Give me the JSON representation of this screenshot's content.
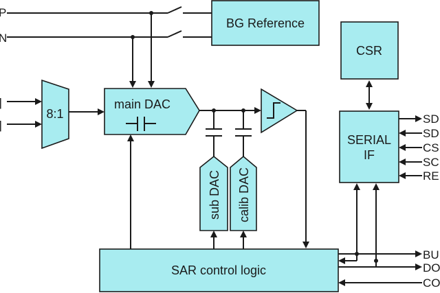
{
  "colors": {
    "block_fill": "#a8ecf0",
    "line": "#1a1a1a",
    "background": "#ffffff"
  },
  "blocks": {
    "bg_reference": "BG Reference",
    "csr": "CSR",
    "mux": "8:1",
    "main_dac": "main DAC",
    "sub_dac": "sub DAC",
    "calib_dac": "calib DAC",
    "serial_if_line1": "SERIAL",
    "serial_if_line2": "IF",
    "sar_logic": "SAR control logic"
  },
  "pins_left": [
    "P",
    "N",
    "]",
    "]"
  ],
  "pins_right_serial": [
    "SD",
    "SD",
    "CS",
    "SC",
    "RE"
  ],
  "pins_right_bottom": [
    "BU",
    "DO",
    "CO"
  ],
  "icons": [
    "switch-icon",
    "capacitor-icon",
    "comparator-icon",
    "arrow-icon"
  ]
}
